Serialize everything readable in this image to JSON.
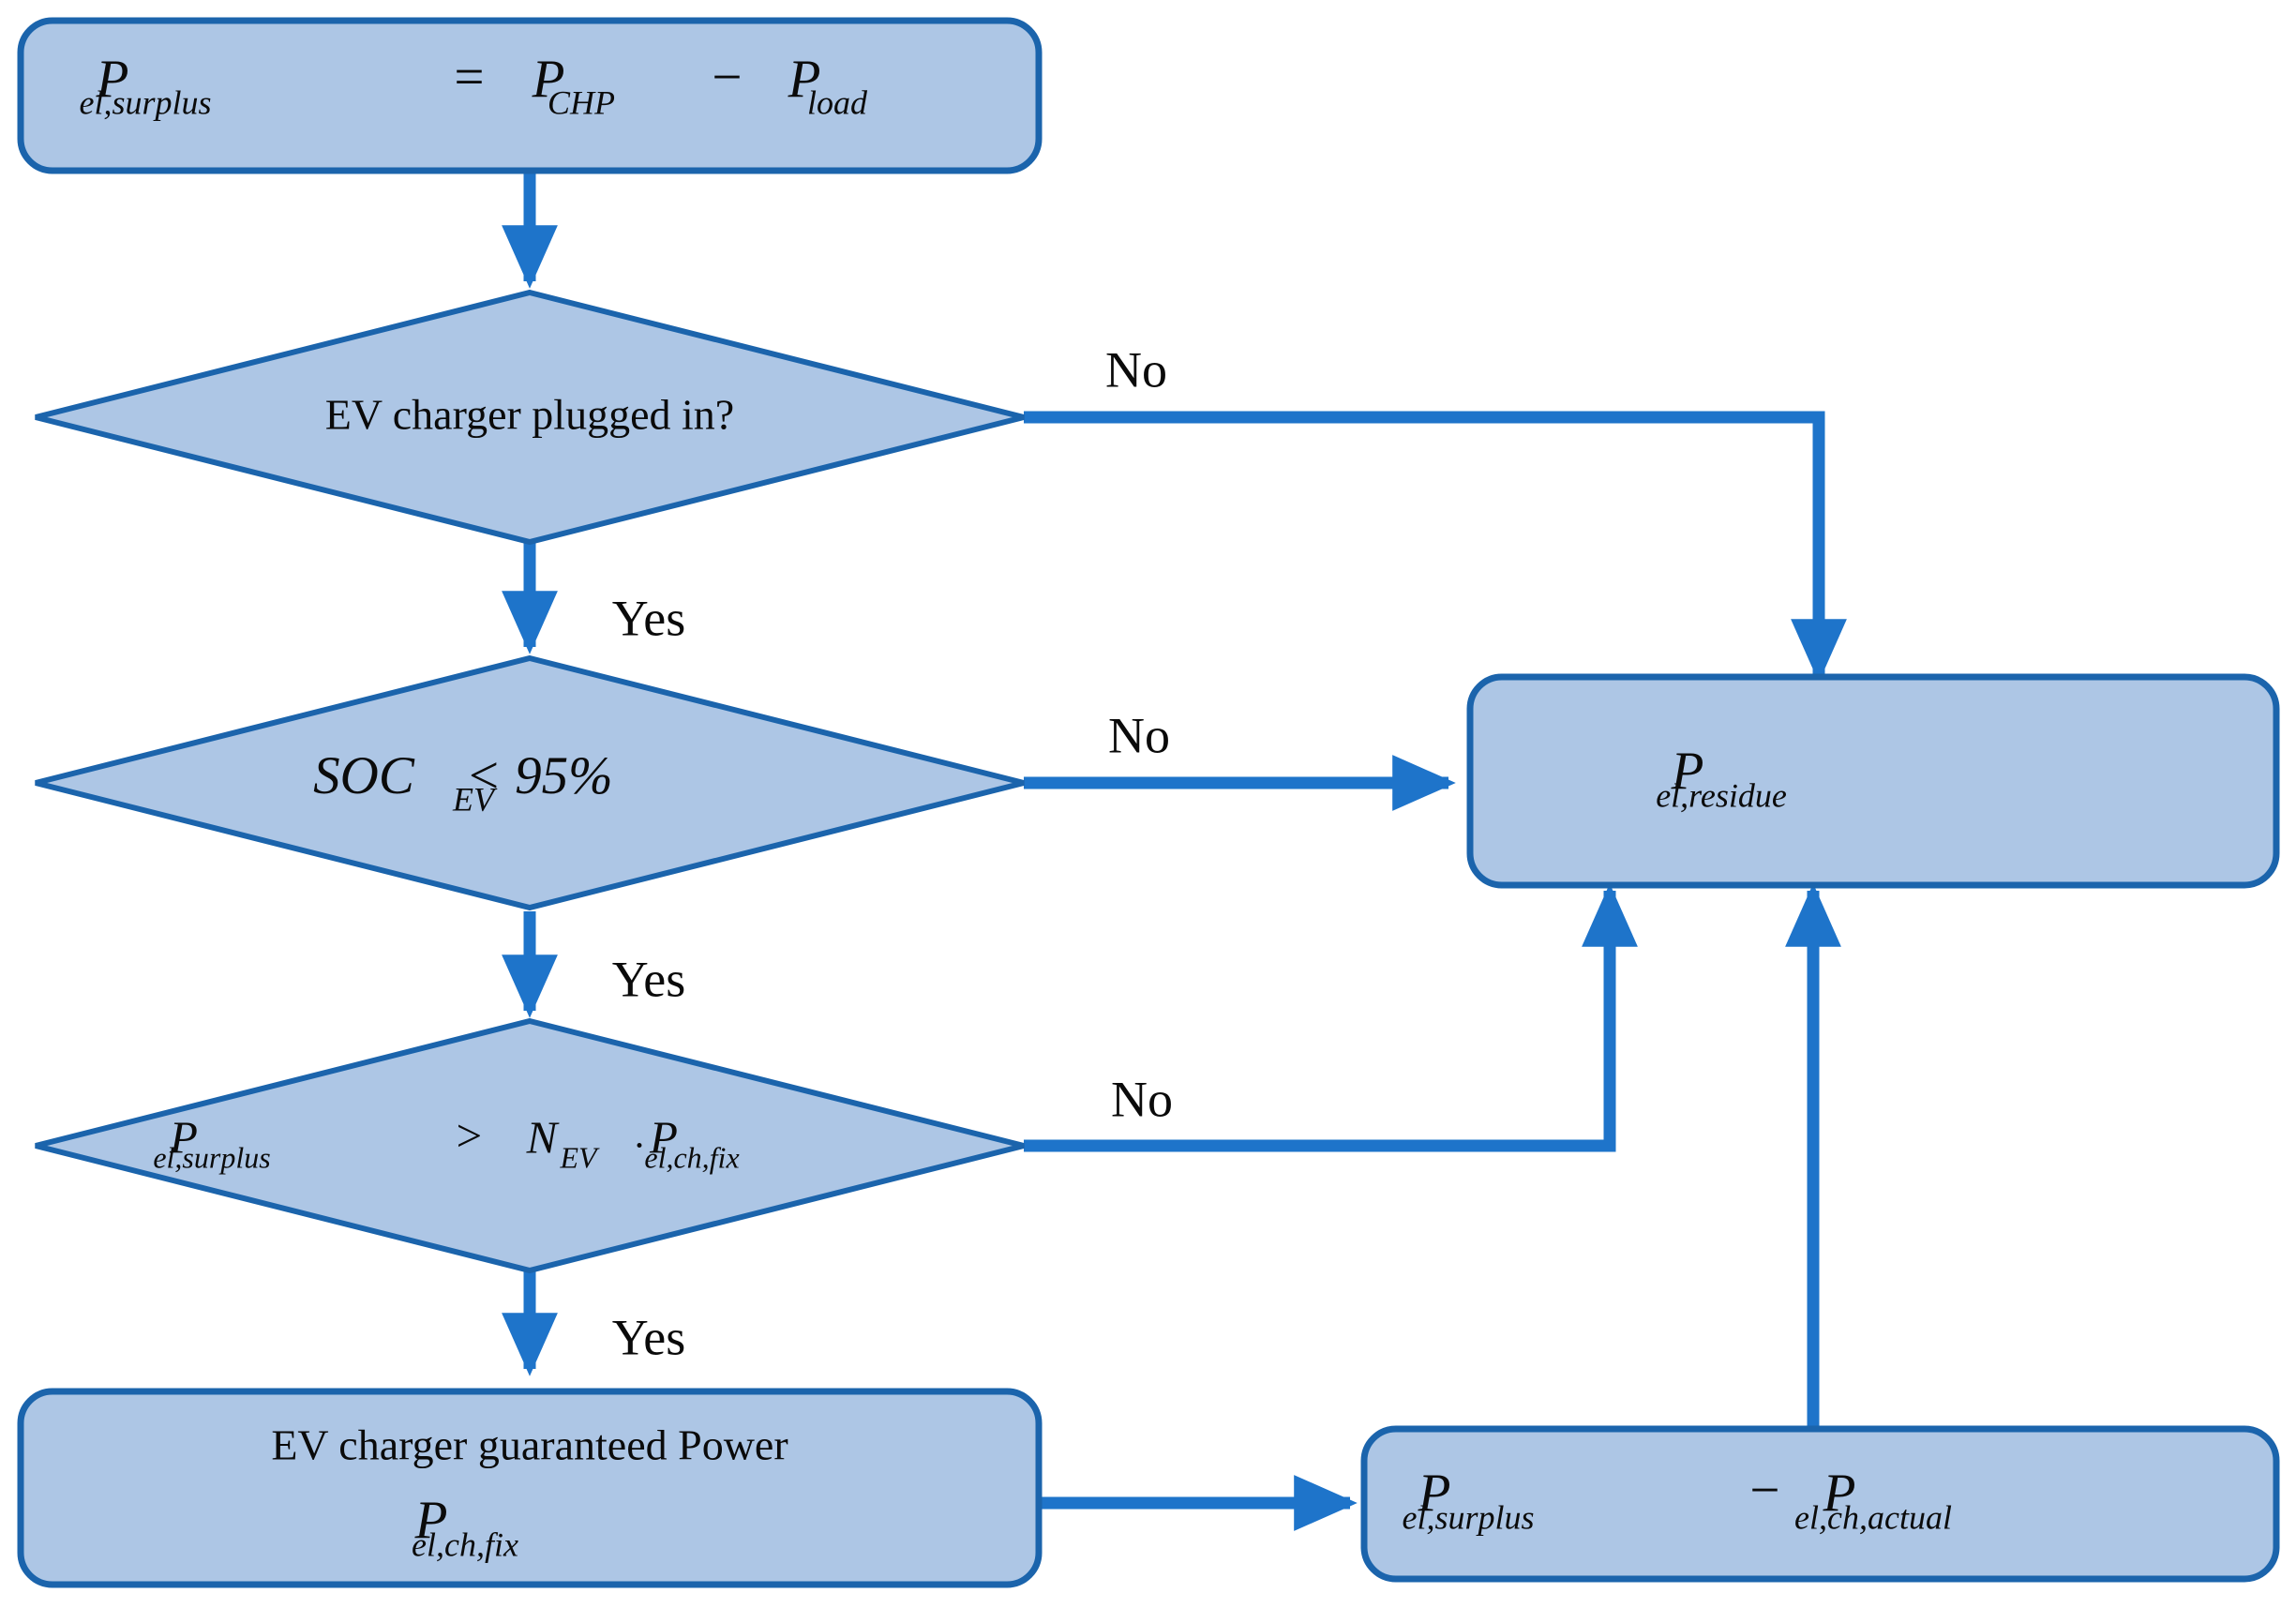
{
  "diagram": {
    "type": "flowchart",
    "title": "EV charger surplus power dispatch logic",
    "colors": {
      "node_fill": "#adc6e5",
      "node_border": "#1b64ac",
      "arrow": "#1e74ca",
      "text": "#0a0a0a",
      "background": "#ffffff"
    },
    "nodes": [
      {
        "id": "start",
        "shape": "rounded-rectangle",
        "text": "P el,surplus = P CHP − P load",
        "parts": {
          "p1_base": "P",
          "p1_sub": "el,surplus",
          "eq": "=",
          "p2_base": "P",
          "p2_sub": "CHP",
          "minus": "−",
          "p3_base": "P",
          "p3_sub": "load"
        }
      },
      {
        "id": "decision-plugged",
        "shape": "diamond",
        "text": "EV charger plugged in?"
      },
      {
        "id": "decision-soc",
        "shape": "diamond",
        "text": "SOC EV < 95%",
        "parts": {
          "base": "SOC",
          "sub": "EV",
          "op": "< 95%"
        }
      },
      {
        "id": "decision-surplus",
        "shape": "diamond",
        "text": "P el,surplus > N EV . P el,ch,fix",
        "parts": {
          "p1_base": "P",
          "p1_sub": "el,surplus",
          "op": ">",
          "n_base": "N",
          "n_sub": "EV",
          "dot": ".",
          "p2_base": "P",
          "p2_sub": "el,ch,fix"
        }
      },
      {
        "id": "residue",
        "shape": "rounded-rectangle",
        "text": "P el,residue",
        "parts": {
          "base": "P",
          "sub": "el,residue"
        }
      },
      {
        "id": "guaranteed-power",
        "shape": "rounded-rectangle",
        "line1": "EV charger guaranteed Power",
        "line2": "P el,ch,fix",
        "parts": {
          "base": "P",
          "sub": "el,ch,fix"
        }
      },
      {
        "id": "surplus-minus-actual",
        "shape": "rounded-rectangle",
        "text": "P el,surplus − P el,ch,actual",
        "parts": {
          "p1_base": "P",
          "p1_sub": "el,surplus",
          "minus": "−",
          "p2_base": "P",
          "p2_sub": "el,ch,actual"
        }
      }
    ],
    "edge_labels": {
      "no_1": "No",
      "yes_1": "Yes",
      "no_2": "No",
      "yes_2": "Yes",
      "no_3": "No",
      "yes_3": "Yes"
    }
  }
}
